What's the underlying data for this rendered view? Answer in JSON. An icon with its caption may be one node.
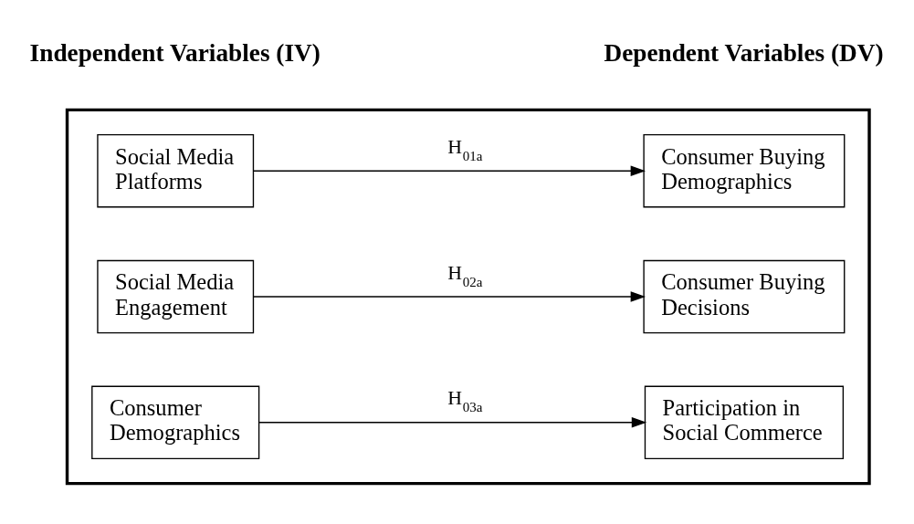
{
  "diagram": {
    "nodes": [
      {
        "text": [],
        "shape": "box"
      },
      {
        "text": [
          "Social Media Platforms"
        ],
        "in": 0
      },
      {
        "text": [
          "Consumer Buying Demographics"
        ],
        "in": 0
      },
      {
        "text": [
          "Social Media Engagement"
        ],
        "in": 0
      },
      {
        "text": [
          "Consumer Buying Decisions"
        ],
        "in": 0
      },
      {
        "text": [
          "Consumer Demographics"
        ],
        "in": 0
      },
      {
        "text": [
          "Participation in Social Commerce"
        ],
        "in": 0
      }
    ],
    "edges": [
      {
        "from": 1,
        "to": 2,
        "arrow": "to",
        "label": "H$_{01a}$"
      },
      {
        "from": 3,
        "to": 4,
        "arrow": "to",
        "label": "H$_{02a}$"
      },
      {
        "from": 5,
        "to": 6,
        "arrow": "to",
        "label": "H$_{03a}$"
      }
    ],
    "labels": [
      "Independent Variables (IV)",
      "Dependent Variables (DV)"
    ]
  }
}
